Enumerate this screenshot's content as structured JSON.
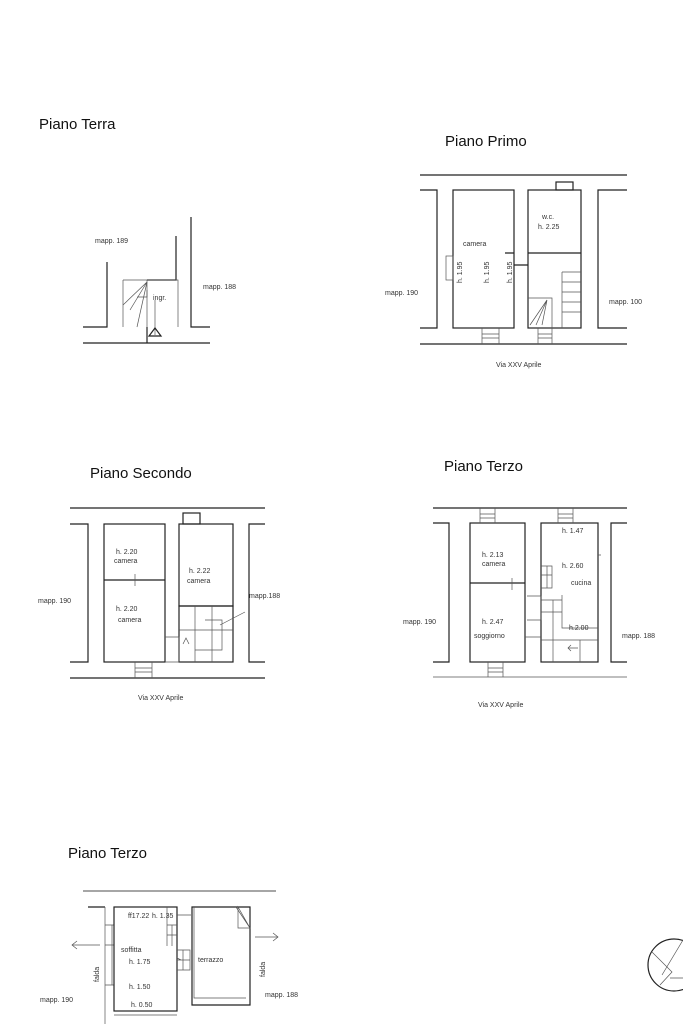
{
  "plans": {
    "terra": {
      "title": "Piano Terra",
      "mapp_left": "mapp. 189",
      "mapp_right": "mapp. 188",
      "entrance": "ingr."
    },
    "primo": {
      "title": "Piano Primo",
      "camera": "camera",
      "h1": "h. 1.95",
      "h2": "h. 1.95",
      "h3": "h. 1.95",
      "wc": "w.c.",
      "wc_h": "h. 2.25",
      "mapp_left": "mapp. 190",
      "mapp_right": "mapp. 100",
      "street": "Via XXV Aprile"
    },
    "secondo": {
      "title": "Piano Secondo",
      "room1_h": "h. 2.20",
      "room1": "camera",
      "room2_h": "h. 2.20",
      "room2": "camera",
      "room3_h": "h. 2.22",
      "room3": "camera",
      "mapp_left": "mapp. 190",
      "mapp_right": "mapp.188",
      "street": "Via XXV Aprile"
    },
    "terzo": {
      "title": "Piano Terzo",
      "camera_h": "h. 2.13",
      "camera": "camera",
      "h147": "h. 1.47",
      "cucina_h": "h. 2.60",
      "cucina": "cucina",
      "soggiorno_h": "h. 2.47",
      "soggiorno": "soggiorno",
      "h200": "h.2.00",
      "mapp_left": "mapp. 190",
      "mapp_right": "mapp. 188",
      "street": "Via XXV Aprile"
    },
    "sottotetto": {
      "title": "Piano Terzo",
      "ff": "ff17.22",
      "h135": "h. 1.35",
      "soffitta": "soffitta",
      "h175": "h. 1.75",
      "h150": "h. 1.50",
      "h050": "h. 0.50",
      "terrazzo": "terrazzo",
      "falda_left": "falda",
      "falda_right": "falda",
      "mapp_left": "mapp. 190",
      "mapp_right": "mapp. 188"
    }
  }
}
